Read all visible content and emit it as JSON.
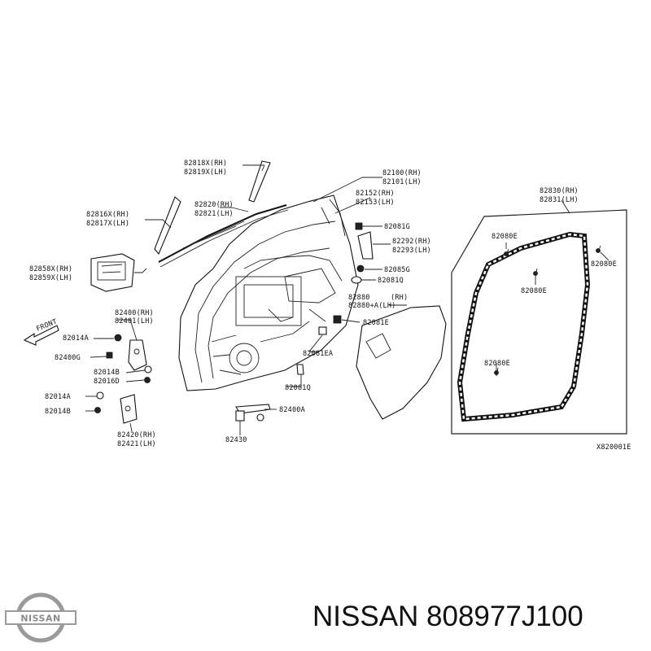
{
  "labels": [
    {
      "id": "l1",
      "text": "82818X(RH)"
    },
    {
      "id": "l2",
      "text": "82819X(LH)"
    },
    {
      "id": "l3",
      "text": "82100(RH)"
    },
    {
      "id": "l4",
      "text": "82101(LH)"
    },
    {
      "id": "l5",
      "text": "82152(RH)"
    },
    {
      "id": "l6",
      "text": "82153(LH)"
    },
    {
      "id": "l7",
      "text": "82820(RH)"
    },
    {
      "id": "l8",
      "text": "82821(LH)"
    },
    {
      "id": "l9",
      "text": "82816X(RH)"
    },
    {
      "id": "l10",
      "text": "82817X(LH)"
    },
    {
      "id": "l11",
      "text": "82081G"
    },
    {
      "id": "l12",
      "text": "82292(RH)"
    },
    {
      "id": "l13",
      "text": "82293(LH)"
    },
    {
      "id": "l14",
      "text": "82858X(RH)"
    },
    {
      "id": "l15",
      "text": "82859X(LH)"
    },
    {
      "id": "l16",
      "text": "82085G"
    },
    {
      "id": "l17",
      "text": "82081Q"
    },
    {
      "id": "l18",
      "text": "82880"
    },
    {
      "id": "l19",
      "text": "(RH)"
    },
    {
      "id": "l20",
      "text": "82880+A(LH)"
    },
    {
      "id": "l21",
      "text": "82400(RH)"
    },
    {
      "id": "l22",
      "text": "82401(LH)"
    },
    {
      "id": "l23",
      "text": "82081E"
    },
    {
      "id": "l24",
      "text": "FRONT"
    },
    {
      "id": "l25",
      "text": "82014A"
    },
    {
      "id": "l26",
      "text": "82400G"
    },
    {
      "id": "l27",
      "text": "82014B"
    },
    {
      "id": "l28",
      "text": "82016D"
    },
    {
      "id": "l29",
      "text": "82081EA"
    },
    {
      "id": "l30",
      "text": "82081Q"
    },
    {
      "id": "l31",
      "text": "82014A"
    },
    {
      "id": "l32",
      "text": "82014B"
    },
    {
      "id": "l33",
      "text": "82400A"
    },
    {
      "id": "l34",
      "text": "82420(RH)"
    },
    {
      "id": "l35",
      "text": "82421(LH)"
    },
    {
      "id": "l36",
      "text": "82430"
    },
    {
      "id": "l37",
      "text": "82830(RH)"
    },
    {
      "id": "l38",
      "text": "82831(LH)"
    },
    {
      "id": "l39",
      "text": "82080E"
    },
    {
      "id": "l40",
      "text": "82080E"
    },
    {
      "id": "l41",
      "text": "82080E"
    },
    {
      "id": "l42",
      "text": "82080E"
    },
    {
      "id": "l43",
      "text": "X820001E"
    }
  ],
  "caption": "NISSAN 808977J100",
  "logo_text": "NISSAN",
  "colors": {
    "ink": "#111111",
    "background": "#ffffff",
    "logo_metal": "#9a9a9a"
  }
}
